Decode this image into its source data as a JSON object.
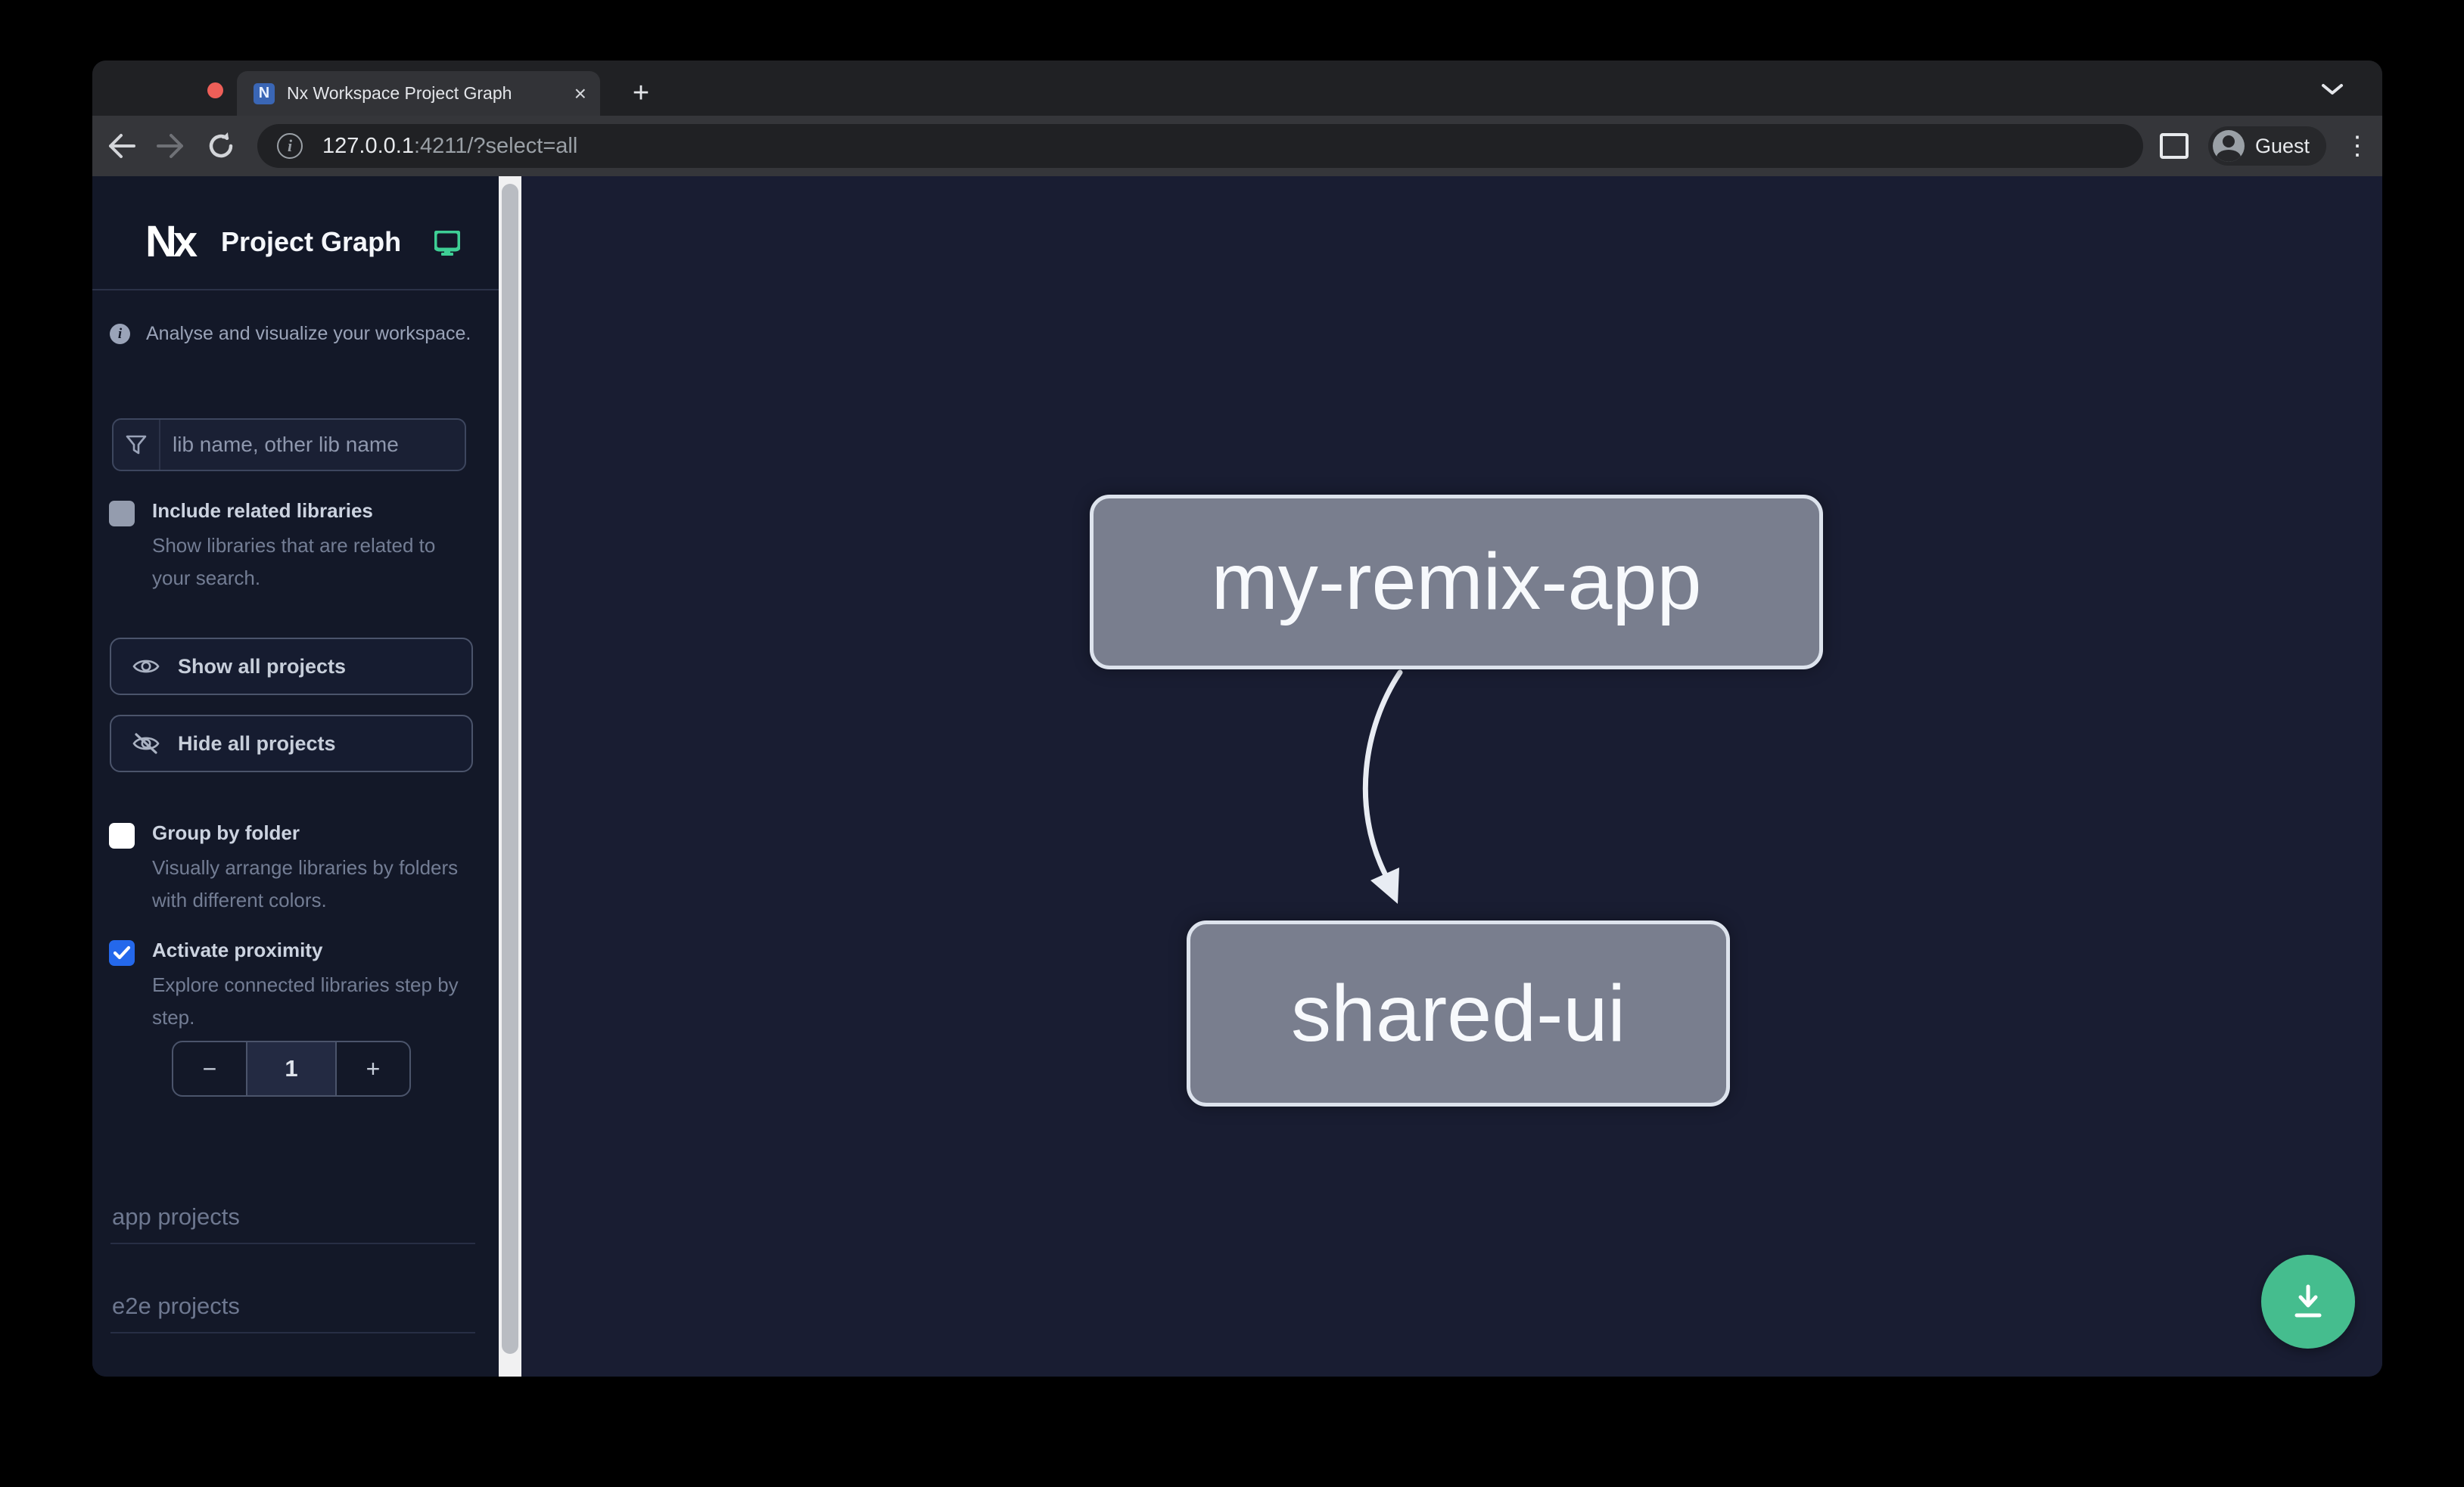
{
  "browser": {
    "tab": {
      "title": "Nx Workspace Project Graph",
      "favicon": "N",
      "close_glyph": "×",
      "new_tab_glyph": "+"
    },
    "address": {
      "host": "127.0.0.1",
      "path": ":4211/?select=all"
    },
    "profile_label": "Guest",
    "menu_glyph": "⋮"
  },
  "sidebar": {
    "title": "Project Graph",
    "logo_text": "Nx",
    "info_glyph": "i",
    "tagline": "Analyse and visualize your workspace.",
    "filter": {
      "placeholder": "lib name, other lib name",
      "value": ""
    },
    "include_related": {
      "label": "Include related libraries",
      "description": "Show libraries that are related to your search.",
      "checked": false
    },
    "show_all_label": "Show all projects",
    "hide_all_label": "Hide all projects",
    "group_by_folder": {
      "label": "Group by folder",
      "description": "Visually arrange libraries by folders with different colors.",
      "checked": false
    },
    "activate_proximity": {
      "label": "Activate proximity",
      "description": "Explore connected libraries step by step.",
      "checked": true
    },
    "proximity_stepper": {
      "decrement": "−",
      "value": "1",
      "increment": "+"
    },
    "sections": [
      {
        "label": "app projects"
      },
      {
        "label": "e2e projects"
      }
    ]
  },
  "graph": {
    "nodes": [
      {
        "id": "my-remix-app"
      },
      {
        "id": "shared-ui"
      }
    ],
    "edges": [
      {
        "source": "my-remix-app",
        "target": "shared-ui"
      }
    ]
  },
  "colors": {
    "canvas_bg": "#191d32",
    "sidebar_bg": "#131828",
    "node_fill": "#797e8e",
    "node_border": "#dde3ed",
    "checkbox_checked": "#2468eb",
    "nx_accent_green": "#3ecf95",
    "fab_green": "#45bd8e",
    "traffic_red": "#ee5f58",
    "traffic_yellow": "#f5bd4f",
    "traffic_green": "#5fc454"
  }
}
